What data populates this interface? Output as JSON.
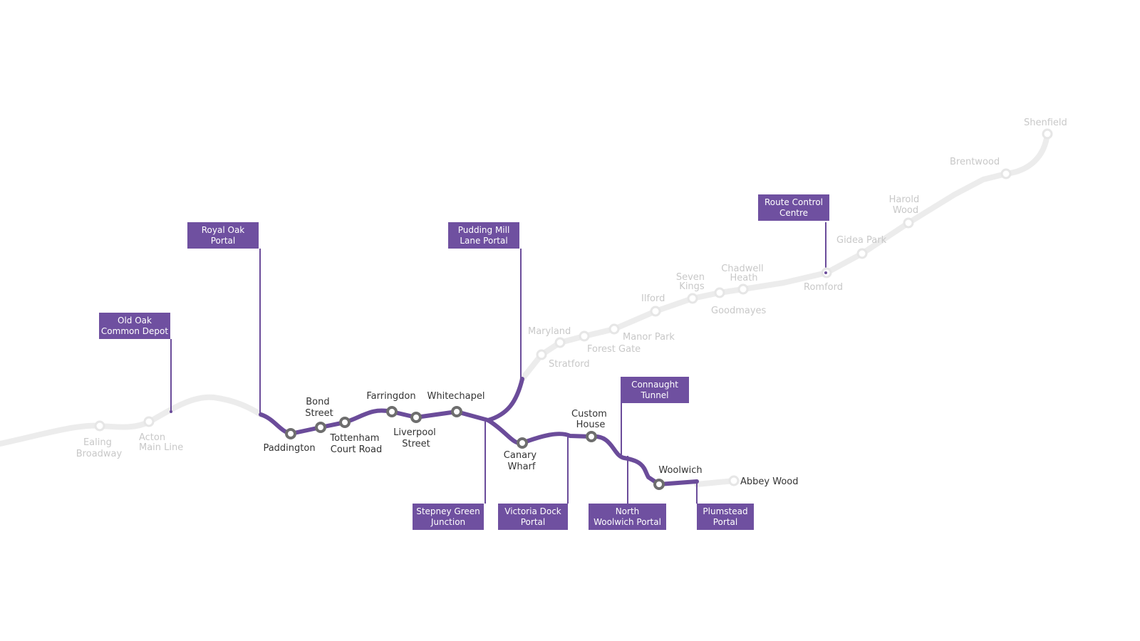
{
  "colors": {
    "active_line": "#6b4c9a",
    "inactive_line": "#ececec",
    "label_box": "#6f50a0"
  },
  "stations_inactive": {
    "ealing": [
      "Ealing",
      "Broadway"
    ],
    "acton": [
      "Acton",
      "Main Line"
    ],
    "maryland": [
      "Maryland"
    ],
    "stratford": [
      "Stratford"
    ],
    "forest_gate": [
      "Forest Gate"
    ],
    "manor_park": [
      "Manor Park"
    ],
    "ilford": [
      "Ilford"
    ],
    "seven_kings": [
      "Seven",
      "Kings"
    ],
    "goodmayes": [
      "Goodmayes"
    ],
    "chadwell": [
      "Chadwell",
      "Heath"
    ],
    "romford": [
      "Romford"
    ],
    "gidea": [
      "Gidea Park"
    ],
    "harold": [
      "Harold",
      "Wood"
    ],
    "brentwood": [
      "Brentwood"
    ],
    "shenfield": [
      "Shenfield"
    ],
    "abbey_wood": [
      "Abbey Wood"
    ]
  },
  "stations_active": {
    "paddington": [
      "Paddington"
    ],
    "bond": [
      "Bond",
      "Street"
    ],
    "tottenham": [
      "Tottenham",
      "Court Road"
    ],
    "farringdon": [
      "Farringdon"
    ],
    "liverpool": [
      "Liverpool",
      "Street"
    ],
    "whitechapel": [
      "Whitechapel"
    ],
    "canary": [
      "Canary",
      "Wharf"
    ],
    "custom": [
      "Custom",
      "House"
    ],
    "woolwich": [
      "Woolwich"
    ]
  },
  "labels": {
    "old_oak": [
      "Old Oak",
      "Common Depot"
    ],
    "royal_oak": [
      "Royal Oak",
      "Portal"
    ],
    "pudding_mill": [
      "Pudding Mill",
      "Lane Portal"
    ],
    "route_control": [
      "Route Control",
      "Centre"
    ],
    "connaught": [
      "Connaught",
      "Tunnel"
    ],
    "stepney": [
      "Stepney Green",
      "Junction"
    ],
    "victoria_dock": [
      "Victoria Dock",
      "Portal"
    ],
    "north_woolwich": [
      "North",
      "Woolwich Portal"
    ],
    "plumstead": [
      "Plumstead",
      "Portal"
    ]
  }
}
